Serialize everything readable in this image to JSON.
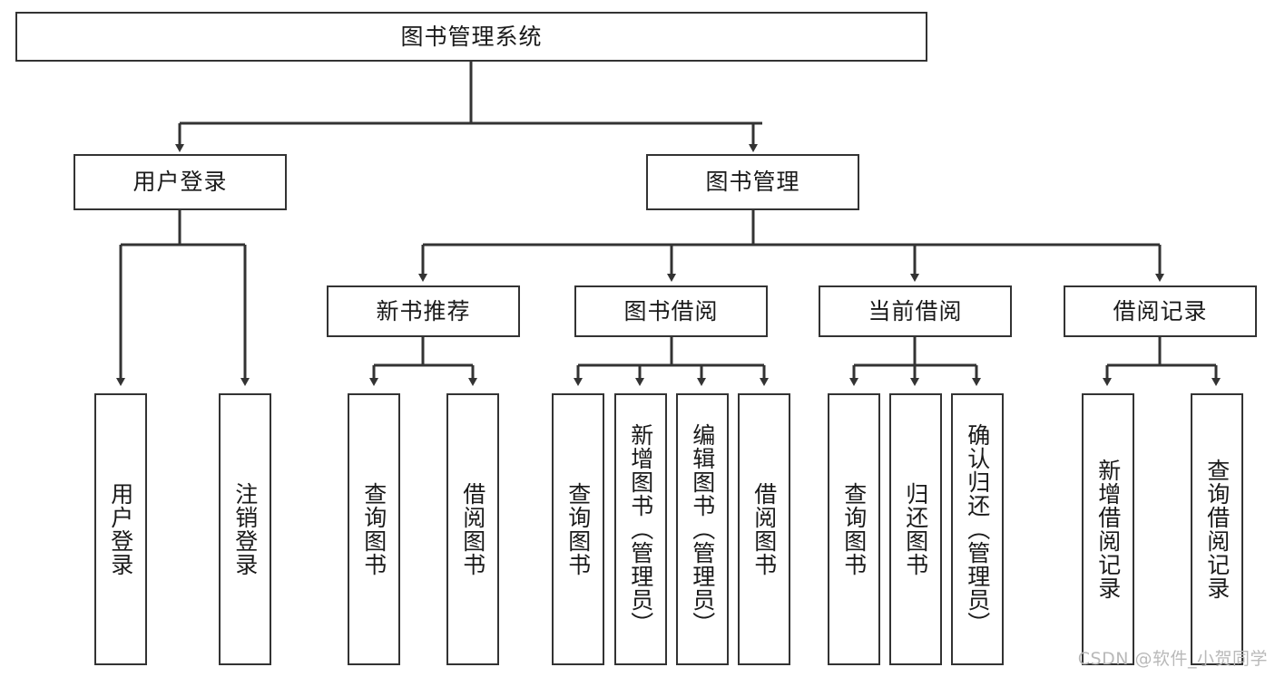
{
  "diagram": {
    "title": "图书管理系统",
    "type": "tree",
    "orientation": "top-down",
    "colors": {
      "box_border": "#333333",
      "box_fill": "#ffffff",
      "connector": "#333333",
      "text": "#1a1a1a",
      "watermark": "#b9b9b9",
      "background": "#ffffff"
    },
    "root": {
      "id": "root",
      "label": "图书管理系统",
      "text_direction": "horizontal"
    },
    "level2": [
      {
        "id": "user-login",
        "label": "用户登录",
        "text_direction": "horizontal"
      },
      {
        "id": "book-management",
        "label": "图书管理",
        "text_direction": "horizontal"
      }
    ],
    "level3": [
      {
        "id": "new-book-recommend",
        "label": "新书推荐",
        "parent": "book-management",
        "text_direction": "horizontal"
      },
      {
        "id": "book-borrow",
        "label": "图书借阅",
        "parent": "book-management",
        "text_direction": "horizontal"
      },
      {
        "id": "current-borrow",
        "label": "当前借阅",
        "parent": "book-management",
        "text_direction": "horizontal"
      },
      {
        "id": "borrow-record",
        "label": "借阅记录",
        "parent": "book-management",
        "text_direction": "horizontal"
      }
    ],
    "leaves": [
      {
        "id": "leaf-user-login",
        "label": "用户登录",
        "parent": "user-login",
        "text_direction": "vertical"
      },
      {
        "id": "leaf-user-logout",
        "label": "注销登录",
        "parent": "user-login",
        "text_direction": "vertical"
      },
      {
        "id": "leaf-query-book-1",
        "label": "查询图书",
        "parent": "new-book-recommend",
        "text_direction": "vertical"
      },
      {
        "id": "leaf-borrow-book-1",
        "label": "借阅图书",
        "parent": "new-book-recommend",
        "text_direction": "vertical"
      },
      {
        "id": "leaf-query-book-2",
        "label": "查询图书",
        "parent": "book-borrow",
        "text_direction": "vertical"
      },
      {
        "id": "leaf-add-book",
        "label": "新增图书（管理员）",
        "parent": "book-borrow",
        "text_direction": "vertical"
      },
      {
        "id": "leaf-edit-book",
        "label": "编辑图书（管理员）",
        "parent": "book-borrow",
        "text_direction": "vertical"
      },
      {
        "id": "leaf-borrow-book-2",
        "label": "借阅图书",
        "parent": "book-borrow",
        "text_direction": "vertical"
      },
      {
        "id": "leaf-query-book-3",
        "label": "查询图书",
        "parent": "current-borrow",
        "text_direction": "vertical"
      },
      {
        "id": "leaf-return-book",
        "label": "归还图书",
        "parent": "current-borrow",
        "text_direction": "vertical"
      },
      {
        "id": "leaf-confirm-return",
        "label": "确认归还（管理员）",
        "parent": "current-borrow",
        "text_direction": "vertical"
      },
      {
        "id": "leaf-add-record",
        "label": "新增借阅记录",
        "parent": "borrow-record",
        "text_direction": "vertical"
      },
      {
        "id": "leaf-query-record",
        "label": "查询借阅记录",
        "parent": "borrow-record",
        "text_direction": "vertical"
      }
    ]
  },
  "watermark": {
    "text": "CSDN @软件_小贺同学"
  }
}
